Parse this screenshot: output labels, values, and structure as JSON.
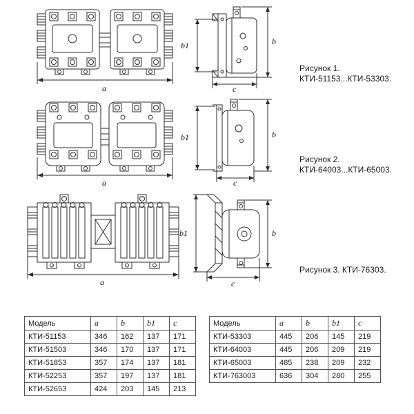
{
  "figures": [
    {
      "caption_line1": "Рисунок 1.",
      "caption_line2": "КТИ-51153...КТИ-53303.",
      "dims": {
        "a": "a",
        "b": "b",
        "b1": "b1",
        "c": "c"
      }
    },
    {
      "caption_line1": "Рисунок 2.",
      "caption_line2": "КТИ-64003...КТИ-65003.",
      "dims": {
        "a": "a",
        "b": "b",
        "b1": "b1",
        "c": "c"
      }
    },
    {
      "caption_line1": "Рисунок 3. КТИ-76303.",
      "caption_line2": "",
      "dims": {
        "a": "a",
        "b": "b",
        "b1": "b1",
        "c": "c"
      }
    }
  ],
  "tables": [
    {
      "headers": [
        "Модель",
        "a",
        "b",
        "b1",
        "c"
      ],
      "rows": [
        [
          "КТИ-51153",
          "346",
          "162",
          "137",
          "171"
        ],
        [
          "КТИ-51503",
          "346",
          "170",
          "137",
          "171"
        ],
        [
          "КТИ-51853",
          "357",
          "174",
          "137",
          "181"
        ],
        [
          "КТИ-52253",
          "357",
          "197",
          "137",
          "181"
        ],
        [
          "КТИ-52653",
          "424",
          "203",
          "145",
          "213"
        ]
      ]
    },
    {
      "headers": [
        "Модель",
        "a",
        "b",
        "b1",
        "c"
      ],
      "rows": [
        [
          "КТИ-53303",
          "445",
          "206",
          "145",
          "219"
        ],
        [
          "КТИ-64003",
          "445",
          "206",
          "209",
          "219"
        ],
        [
          "КТИ-65003",
          "485",
          "238",
          "209",
          "232"
        ],
        [
          "КТИ-763003",
          "636",
          "304",
          "280",
          "255"
        ]
      ]
    }
  ]
}
